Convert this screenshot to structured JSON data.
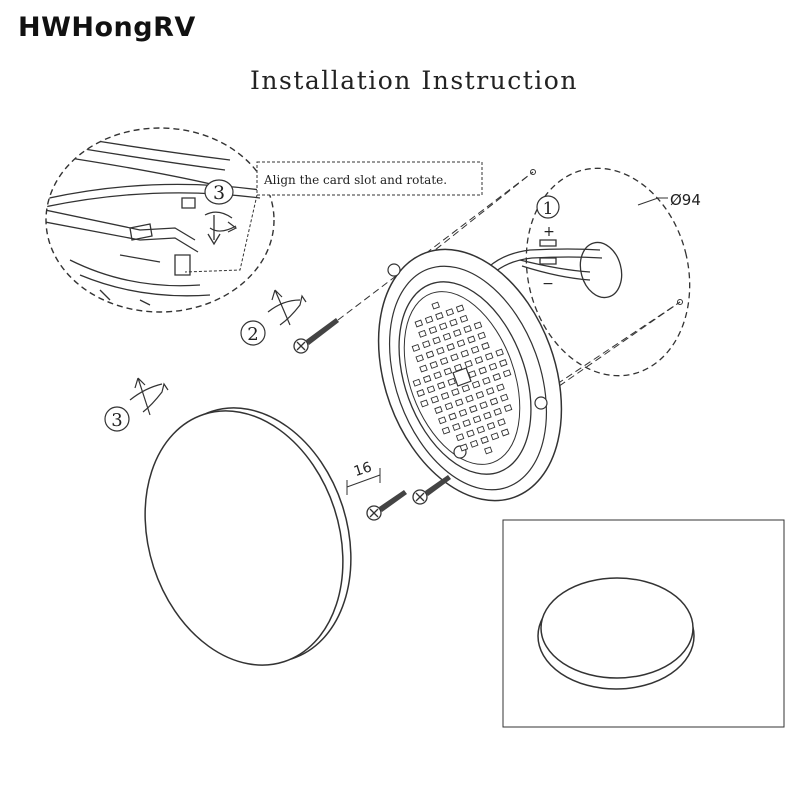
{
  "brand": "HWHongRV",
  "title": "Installation Instruction",
  "callout": "Align the card slot and rotate.",
  "diameter_label": "Ø94",
  "screw_length_label": "16",
  "steps": {
    "step1": "1",
    "step2": "2",
    "step3": "3"
  },
  "polarity": {
    "plus": "+",
    "minus": "−"
  }
}
